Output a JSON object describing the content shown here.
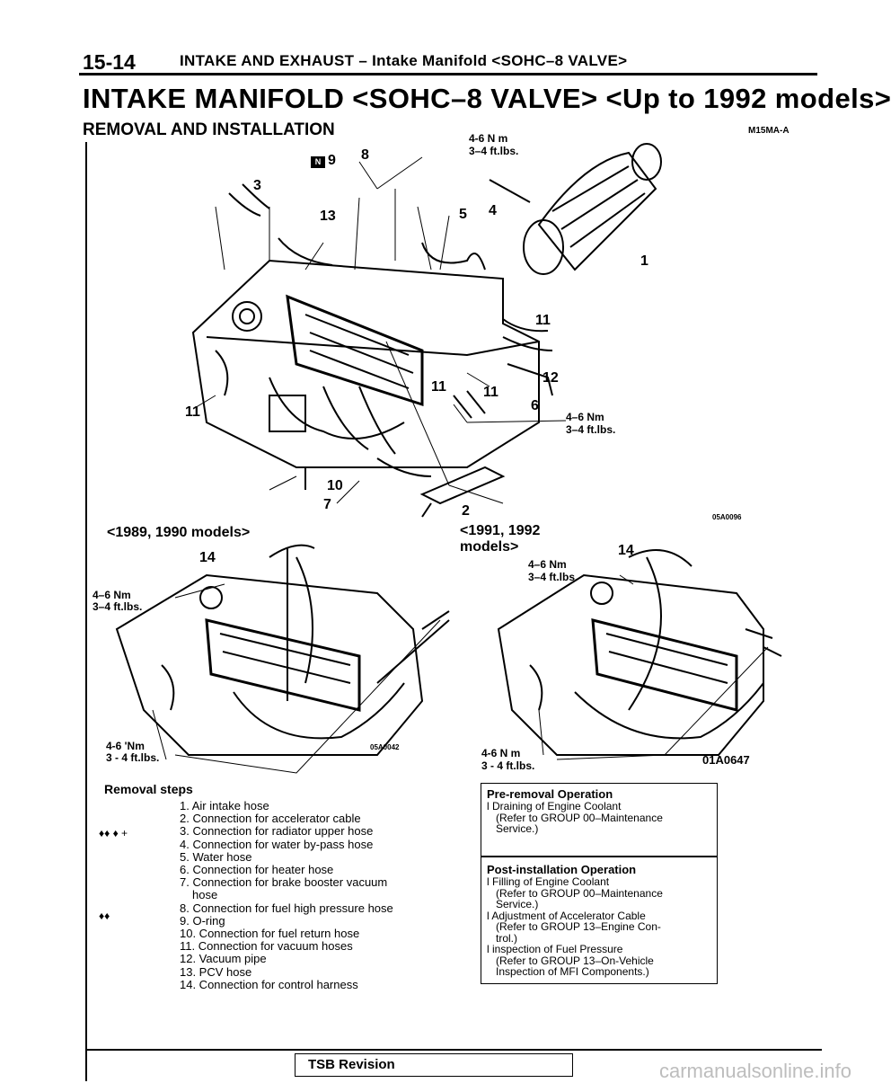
{
  "header": {
    "page_number": "15-14",
    "section": "INTAKE AND EXHAUST – Intake Manifold <SOHC–8 VALVE>"
  },
  "title": "INTAKE MANIFOLD <SOHC–8 VALVE> <Up to 1992 models>",
  "subtitle": "REMOVAL AND INSTALLATION",
  "doc_code": "M15MA-A",
  "top_diagram": {
    "code": "05A0096",
    "torque_top": [
      "4-6 N m",
      "3–4 ft.lbs."
    ],
    "torque_right": [
      "4–6 Nm",
      "3–4 ft.lbs."
    ],
    "callouts": [
      "1",
      "2",
      "3",
      "4",
      "5",
      "6",
      "7",
      "8",
      "9",
      "10",
      "11",
      "11",
      "11",
      "11",
      "12",
      "13"
    ],
    "icon": "new-part-icon"
  },
  "left_panel": {
    "caption": "<1989, 1990 models>",
    "callout": "14",
    "torque_upper": [
      "4–6 Nm",
      "3–4 ft.lbs."
    ],
    "torque_lower": [
      "4-6 'Nm",
      "3 - 4 ft.lbs."
    ],
    "code": "05A0042"
  },
  "right_panel": {
    "caption_line1": "<1991, 1992",
    "caption_line2": "models>",
    "callout": "14",
    "torque_upper": [
      "4–6 Nm",
      "3–4 ft.lbs."
    ],
    "torque_lower": [
      "4-6 N m",
      "3 - 4 ft.lbs."
    ],
    "code": "01A0647"
  },
  "removal_steps": {
    "title": "Removal steps",
    "marks": [
      "♦♦ ♦ +",
      "♦♦"
    ],
    "items": [
      "1. Air intake hose",
      "2. Connection for accelerator cable",
      "3. Connection for radiator upper hose",
      "4. Connection for water by-pass hose",
      "5. Water hose",
      "6. Connection for heater hose",
      "7. Connection for brake booster vacuum",
      "hose",
      "8. Connection for fuel high pressure hose",
      "9. O-ring",
      "10. Connection for fuel return hose",
      "11. Connection for vacuum hoses",
      "12. Vacuum pipe",
      "13. PCV hose",
      "14. Connection for control harness"
    ]
  },
  "pre_removal": {
    "title": "Pre-removal Operation",
    "lines": [
      "l Draining of Engine Coolant",
      "(Refer to GROUP 00–Maintenance",
      "Service.)"
    ]
  },
  "post_installation": {
    "title": "Post-installation Operation",
    "lines": [
      "l Filling of Engine Coolant",
      "(Refer to GROUP 00–Maintenance",
      "Service.)",
      "l Adjustment of Accelerator Cable",
      "(Refer to GROUP 13–Engine Con-",
      "trol.)",
      "l inspection of Fuel Pressure",
      "(Refer to GROUP 13–On-Vehicle",
      "Inspection of MFI Components.)"
    ]
  },
  "footer": {
    "tsb": "TSB Revision"
  },
  "watermark": "carmanualsonline.info"
}
